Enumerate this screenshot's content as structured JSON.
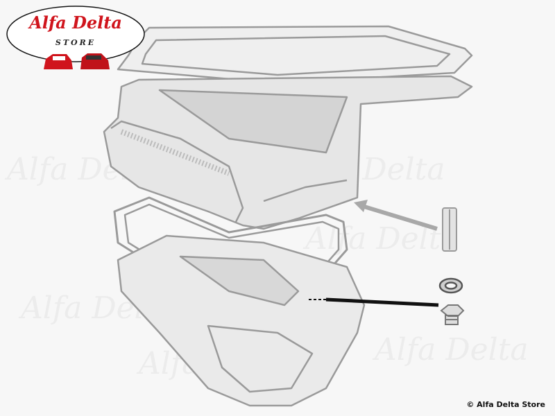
{
  "logo": {
    "title": "Alfa Delta",
    "subtitle": "STORE"
  },
  "watermark": "Alfa Delta",
  "copyright": "© Alfa Delta Store",
  "parts": [
    "top-gasket",
    "upper-oil-sump",
    "lower-gasket",
    "lower-oil-pan",
    "dowel-pin",
    "drain-plug-washer",
    "drain-plug"
  ],
  "colors": {
    "line": "#9a9a9a",
    "fill": "#d4d4d4",
    "logo_red": "#d0141c",
    "arrow": "#111111"
  }
}
